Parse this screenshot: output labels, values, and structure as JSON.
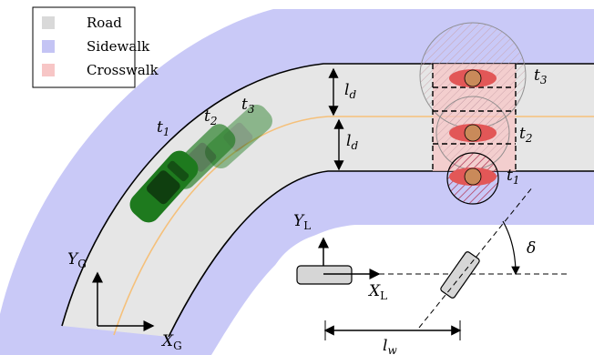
{
  "legend": {
    "items": [
      {
        "label": "Road",
        "color": "#d9d9d9"
      },
      {
        "label": "Sidewalk",
        "color": "#c4c4f4"
      },
      {
        "label": "Crosswalk",
        "color": "#f7c6c6"
      }
    ]
  },
  "colors": {
    "road": "#e6e6e6",
    "sidewalk": "#c9c9f7",
    "crosswalk": "#f7c6c6",
    "centerline": "#f5c07a",
    "car": "#1e7a1e",
    "pedestrian_body": "#e25757",
    "pedestrian_head": "#c98a5a",
    "vehicle_box": "#d6d6d6"
  },
  "time_labels": {
    "car_t1": "t",
    "car_t1_sub": "1",
    "car_t2": "t",
    "car_t2_sub": "2",
    "car_t3": "t",
    "car_t3_sub": "3",
    "ped_t1": "t",
    "ped_t1_sub": "1",
    "ped_t2": "t",
    "ped_t2_sub": "2",
    "ped_t3": "t",
    "ped_t3_sub": "3"
  },
  "dimensions": {
    "ld_top": "l",
    "ld_top_sub": "d",
    "ld_bottom": "l",
    "ld_bottom_sub": "d",
    "lw": "l",
    "lw_sub": "w",
    "delta": "δ"
  },
  "frames": {
    "global_y": "Y",
    "global_y_sub": "G",
    "global_x": "X",
    "global_x_sub": "G",
    "local_y": "Y",
    "local_y_sub": "L",
    "local_x": "X",
    "local_x_sub": "L"
  }
}
